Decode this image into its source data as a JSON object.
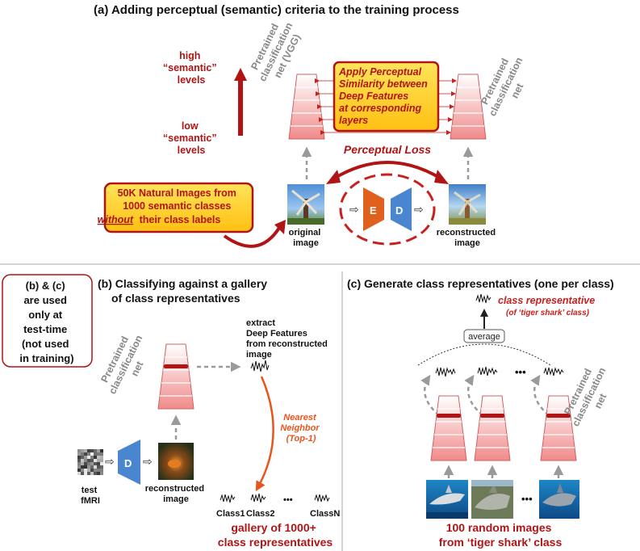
{
  "panel_a": {
    "title": "(a) Adding perceptual (semantic) criteria to the training process",
    "high_label": [
      "high",
      "“semantic”",
      "levels"
    ],
    "low_label": [
      "low",
      "“semantic”",
      "levels"
    ],
    "vgg_label": [
      "Pretrained",
      "classification",
      "net (VGG)"
    ],
    "net_right_label": [
      "Pretrained",
      "classification",
      "net"
    ],
    "perceptual_box": [
      "Apply Perceptual",
      "Similarity between",
      "Deep Features",
      "at corresponding",
      "layers"
    ],
    "perceptual_loss": "Perceptual Loss",
    "natural_images_box": [
      "50K Natural Images from",
      "1000 semantic classes",
      "without",
      "their class labels"
    ],
    "original_image": [
      "original",
      "image"
    ],
    "reconstructed_image": [
      "reconstructed",
      "image"
    ],
    "encoder": "E",
    "decoder": "D"
  },
  "note_box": [
    "(b) & (c)",
    "are used",
    "only at",
    "test-time",
    "(not used",
    "in training)"
  ],
  "panel_b": {
    "title": [
      "(b) Classifying against a gallery",
      "of class representatives"
    ],
    "net_label": [
      "Pretrained",
      "classification",
      "net"
    ],
    "extract_label": [
      "extract",
      "Deep Features",
      "from reconstructed",
      "image"
    ],
    "nn_label": [
      "Nearest",
      "Neighbor",
      "(Top-1)"
    ],
    "decoder": "D",
    "test_fmri": [
      "test",
      "fMRI"
    ],
    "reconstructed_image": [
      "reconstructed",
      "image"
    ],
    "classes": [
      "Class1",
      "Class2",
      "•••",
      "ClassN"
    ],
    "gallery": [
      "gallery of 1000+",
      "class representatives"
    ]
  },
  "panel_c": {
    "title": "(c) Generate class representatives (one per class)",
    "class_rep": "class representative",
    "class_rep_sub": "(of ‘tiger shark’ class)",
    "average": "average",
    "ellipsis": "•••",
    "net_label": [
      "Pretrained",
      "classification",
      "net"
    ],
    "images_label": [
      "100 random images",
      "from ‘tiger shark’ class"
    ]
  },
  "colors": {
    "dark_red": "#b01414",
    "bright_red": "#c8201c",
    "orange": "#e8541c",
    "yellow": "#ffd21e",
    "encoder_orange": "#e0601e",
    "decoder_blue": "#4a86d0",
    "gray": "#9a9a9a"
  }
}
